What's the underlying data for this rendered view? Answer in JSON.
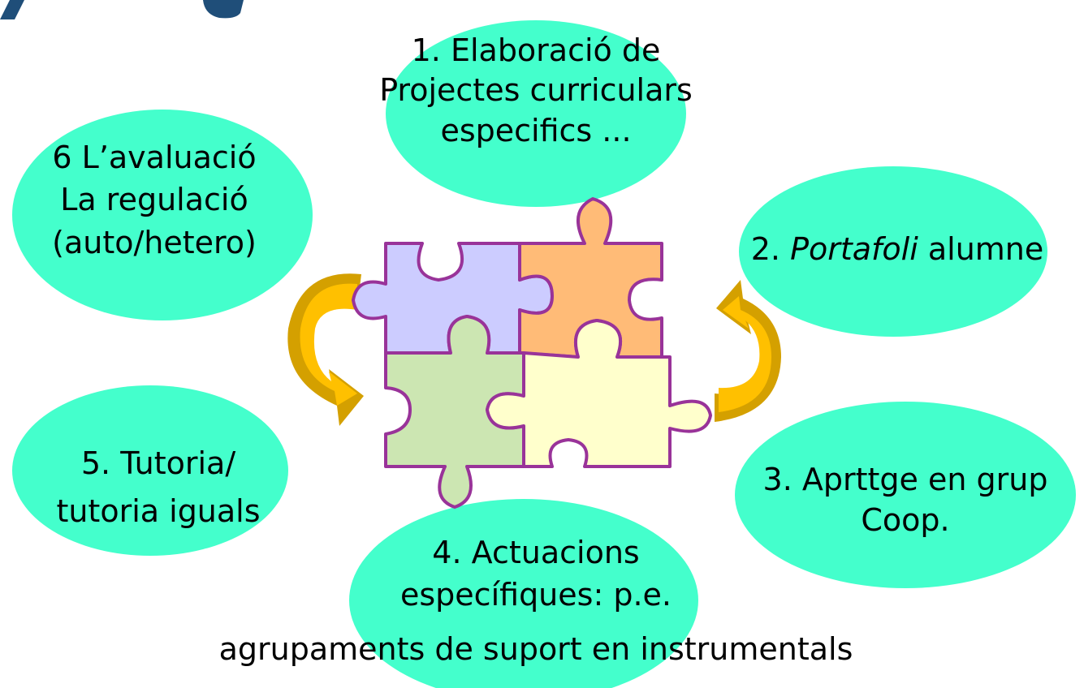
{
  "colors": {
    "bubble": "#44ffcc",
    "piece_purple": "#ccccff",
    "piece_orange": "#ffbb77",
    "piece_green": "#cce6b2",
    "piece_yellow": "#ffffcc",
    "piece_outline": "#993399",
    "arrow_gold": "#ffc000",
    "arrow_shadow": "#d4a000",
    "title_blue": "#1f4e79"
  },
  "labels": {
    "b1": {
      "line1": "1. Elaboració de",
      "line2": "Projectes curriculars",
      "line3": "especifics ..."
    },
    "b2": {
      "prefix": "2. ",
      "italic": "Portafoli",
      "suffix": " alumne"
    },
    "b3": {
      "line1": "3. Aprttge en grup",
      "line2": "Coop."
    },
    "b4": {
      "line1": "4. Actuacions",
      "line2": "específiques: p.e.",
      "line3": "agrupaments de suport en instrumentals"
    },
    "b5": {
      "line1": "5. Tutoria/",
      "line2": "tutoria iguals"
    },
    "b6": {
      "line1": "6 L’avaluació",
      "line2": "La regulació",
      "line3": "(auto/hetero)"
    }
  }
}
